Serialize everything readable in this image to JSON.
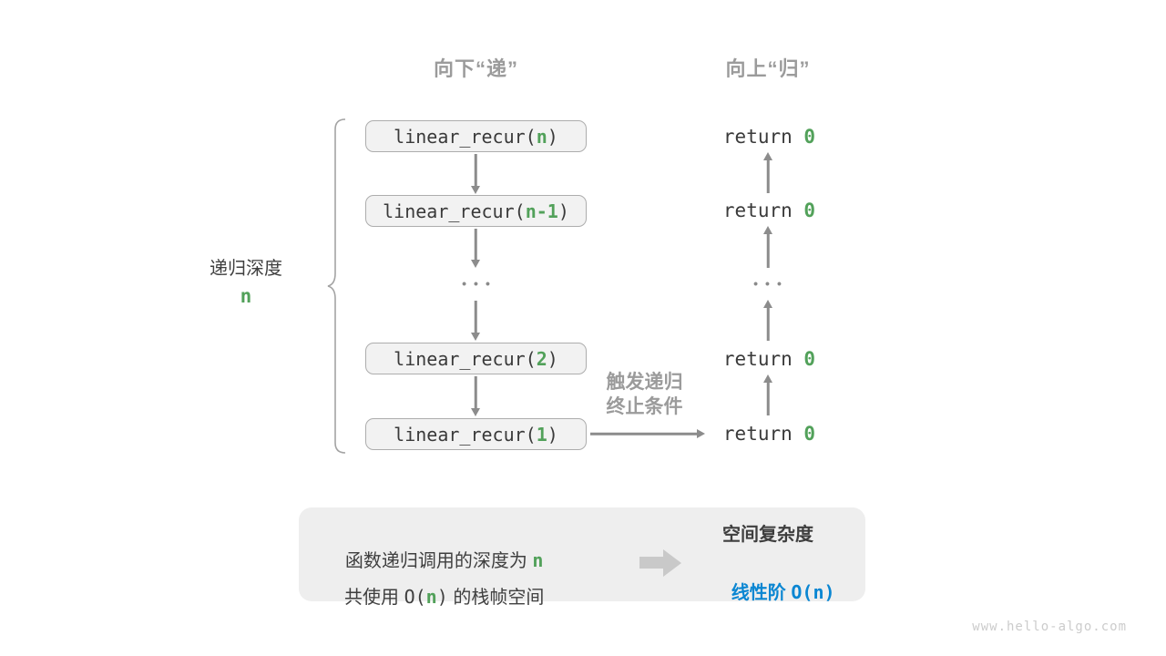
{
  "headers": {
    "descend": "向下“递”",
    "ascend": "向上“归”"
  },
  "depth_label": {
    "text": "递归深度",
    "value": "n"
  },
  "call_stack": [
    {
      "prefix": "linear_recur(",
      "arg": "n",
      "suffix": ")"
    },
    {
      "prefix": "linear_recur(",
      "arg": "n-1",
      "suffix": ")"
    },
    {
      "prefix": "linear_recur(",
      "arg": "2",
      "suffix": ")"
    },
    {
      "prefix": "linear_recur(",
      "arg": "1",
      "suffix": ")"
    }
  ],
  "returns": [
    {
      "keyword": "return ",
      "value": "0"
    },
    {
      "keyword": "return ",
      "value": "0"
    },
    {
      "keyword": "return ",
      "value": "0"
    },
    {
      "keyword": "return ",
      "value": "0"
    }
  ],
  "ellipsis": "•••",
  "note": {
    "line1": "触发递归",
    "line2": "终止条件"
  },
  "summary": {
    "line1_text": "函数递归调用的深度为 ",
    "line1_value": "n",
    "line2_pre": "共使用 ",
    "line2_code_pre": "O(",
    "line2_value": "n",
    "line2_code_post": ")",
    "line2_post": " 的栈帧空间",
    "title": "空间复杂度",
    "result_label": "线性阶 ",
    "result_code": "O(n)"
  },
  "watermark": "www.hello-algo.com",
  "colors": {
    "accent_green": "#52a15a",
    "accent_blue": "#0a86d2",
    "header_gray": "#9b9b9b",
    "arrow_gray": "#8c8c8c",
    "box_fill": "#f2f2f2",
    "box_border": "#adadad",
    "summary_bg": "#eeeeee",
    "code_text": "#3a3a3a",
    "watermark_gray": "#cccccc"
  }
}
